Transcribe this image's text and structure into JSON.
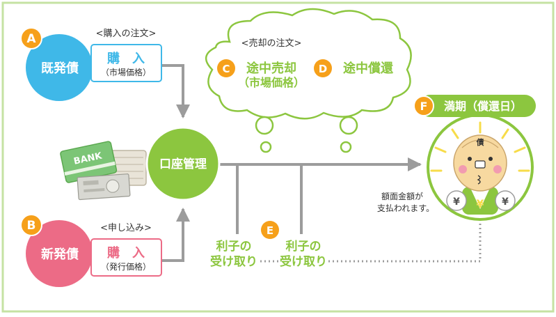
{
  "colors": {
    "frame": "#c5e2a3",
    "blue": "#3fb8e8",
    "pink": "#ec6b86",
    "green": "#8cc63f",
    "orange": "#f6a01a",
    "gray": "#9c9c9c",
    "text": "#333333"
  },
  "bond_a": {
    "badge": "A",
    "label": "既発債",
    "order_caption": "<購入の注文>",
    "buy_label": "購　入",
    "price_label": "（市場価格）"
  },
  "bond_b": {
    "badge": "B",
    "label": "新発債",
    "order_caption": "<申し込み>",
    "buy_label": "購　入",
    "price_label": "（発行価格）"
  },
  "sell_cloud": {
    "caption": "<売却の注文>",
    "c_badge": "C",
    "c_line1": "途中売却",
    "c_line2": "（市場価格）",
    "d_badge": "D",
    "d_label": "途中償還"
  },
  "account": {
    "label": "口座管理",
    "bank_word": "BANK"
  },
  "interest": {
    "badge": "E",
    "line1": "利子の",
    "line2": "受け取り"
  },
  "maturity": {
    "badge": "F",
    "label": "満期（償還日）",
    "note_line1": "額面金額が",
    "note_line2": "支払われます。",
    "hat_char": "債",
    "yen_char": "¥"
  }
}
